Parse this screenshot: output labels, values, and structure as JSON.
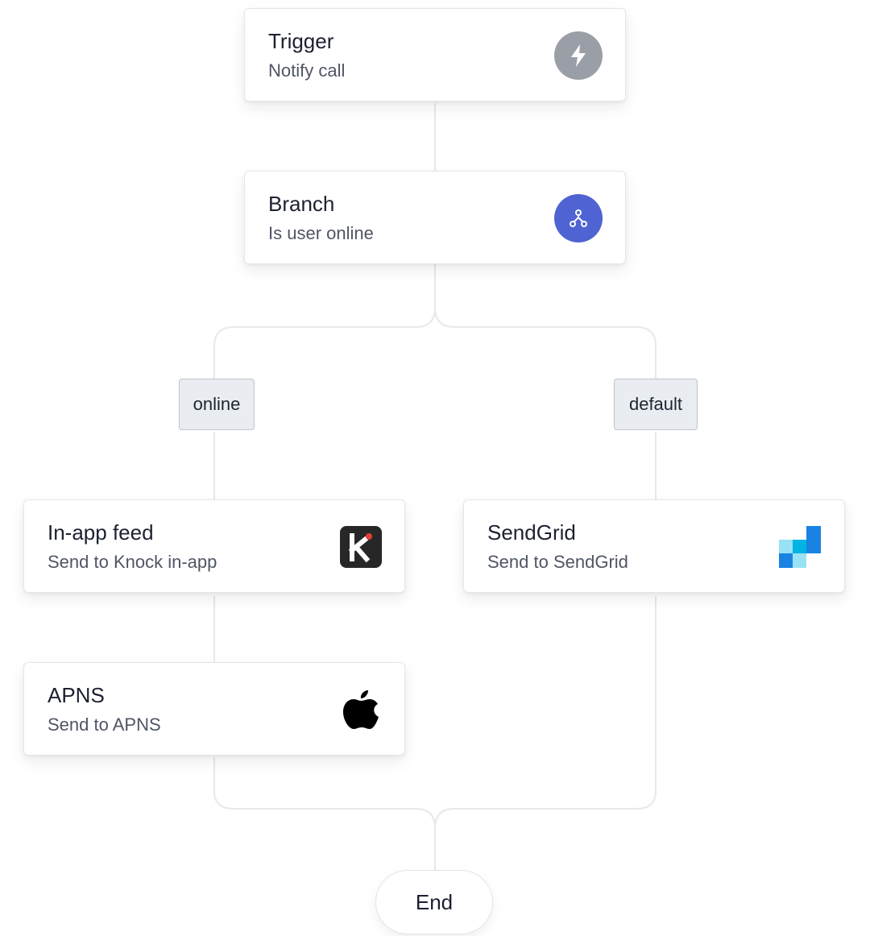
{
  "nodes": {
    "trigger": {
      "title": "Trigger",
      "subtitle": "Notify call",
      "icon": "lightning-icon",
      "icon_color": "#9a9ea7"
    },
    "branch": {
      "title": "Branch",
      "subtitle": "Is user online",
      "icon": "branch-icon",
      "icon_color": "#4f63d2"
    },
    "in_app_feed": {
      "title": "In-app feed",
      "subtitle": "Send to Knock in-app",
      "icon": "knock-logo-icon"
    },
    "sendgrid": {
      "title": "SendGrid",
      "subtitle": "Send to SendGrid",
      "icon": "sendgrid-logo-icon"
    },
    "apns": {
      "title": "APNS",
      "subtitle": "Send to APNS",
      "icon": "apple-logo-icon"
    },
    "end": {
      "label": "End"
    }
  },
  "branches": {
    "online": "online",
    "default": "default"
  },
  "colors": {
    "connector": "#e6e8ec",
    "tag_background": "#e9ecf1",
    "sendgrid_blue": "#1a82e2",
    "knock_red": "#e93e36"
  }
}
